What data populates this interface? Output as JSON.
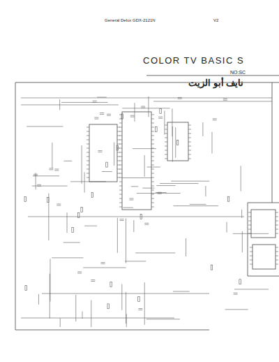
{
  "diagram": {
    "title": "COLOR TV BASIC S",
    "labels": [
      "General Delux  GDX-2121N",
      "V2",
      "NO:SC",
      "نايف أبو الزيت"
    ]
  }
}
